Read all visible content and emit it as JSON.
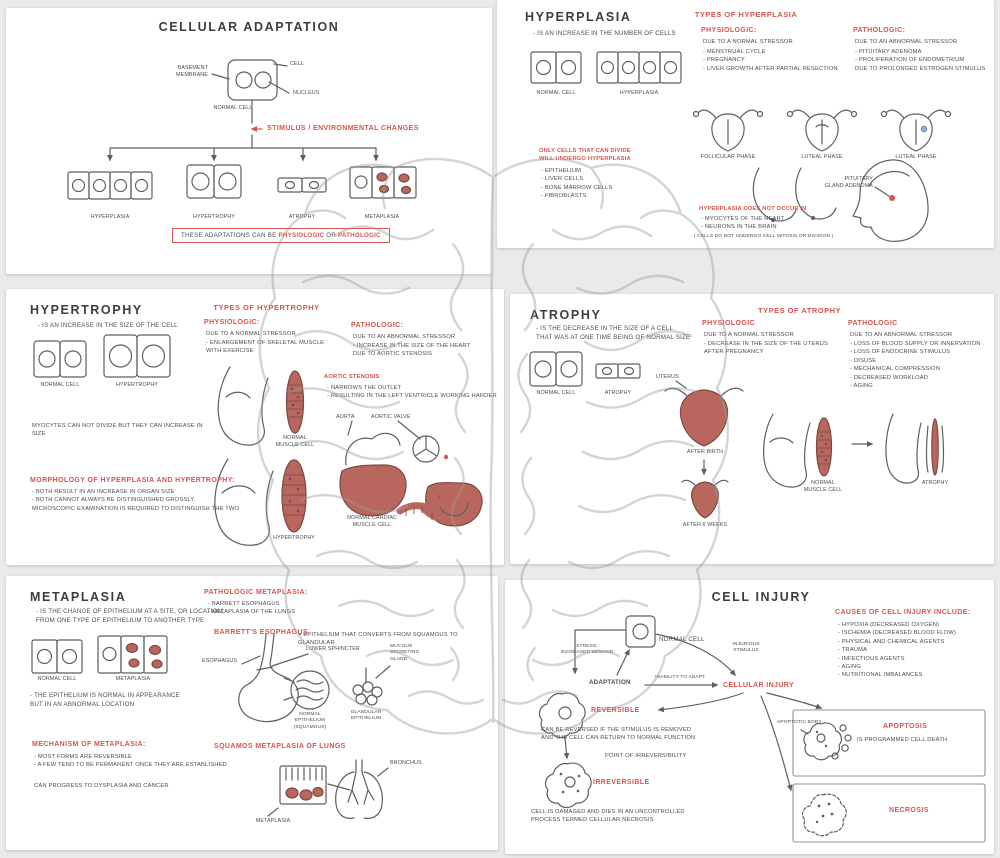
{
  "colors": {
    "background": "#eaeaea",
    "card": "#ffffff",
    "ink": "#4d4d4d",
    "accent_red": "#d9534f",
    "muscle_pink": "#b9675e",
    "watermark_gray": "#9b9b9b"
  },
  "adaptation": {
    "title": "CELLULAR ADAPTATION",
    "basement_membrane_label": "BASEMENT\nMEMBRANE",
    "cell_label": "CELL",
    "nucleus_label": "NUCLEUS",
    "normal_cell_label": "NORMAL CELL",
    "stimulus_label": "STIMULUS / ENVIRONMENTAL CHANGES",
    "branches": [
      "HYPERPLASIA",
      "HYPERTROPHY",
      "ATROPHY",
      "METAPLASIA"
    ],
    "note_prefix": "THESE ADAPTATIONS CAN BE ",
    "note_physiologic": "PHYSIOLOGIC",
    "note_or": " OR ",
    "note_pathologic": "PATHOLOGIC"
  },
  "hyperplasia": {
    "title": "HYPERPLASIA",
    "definition": "- IS AN INCREASE IN THE NUMBER OF CELLS",
    "normal_cell_label": "NORMAL CELL",
    "hyperplasia_label": "HYPERPLASIA",
    "types_heading": "TYPES OF HYPERPLASIA",
    "physiologic_heading": "PHYSIOLOGIC:",
    "physiologic_sub": "DUE TO A NORMAL STRESSOR",
    "physiologic_items": "- MENSTRUAL CYCLE\n- PREGNANCY\n- LIVER GROWTH AFTER PARTIAL RESECTION",
    "pathologic_heading": "PATHOLOGIC:",
    "pathologic_sub": "DUE TO AN ABNORMAL STRESSOR",
    "pathologic_items": "- PITUITARY ADENOMA\n- PROLIFERATION OF ENDOMETRIUM\n  DUE TO PROLONGED ESTROGEN STIMULUS",
    "divide_heading": "ONLY CELLS THAT CAN DIVIDE\nWILL UNDERGO HYPERPLASIA",
    "divide_items": "- EPITHELIUM\n- LIVER CELLS\n- BONE MARROW CELLS\n- FIBROBLASTS",
    "phase_labels": [
      "FOLLICULAR PHASE",
      "LUTEAL PHASE",
      "LUTEAL PHASE"
    ],
    "pituitary_label": "PITUITARY\nGLAND ADENOMA",
    "not_occur_heading": "HYPERPLASIA DOES NOT OCCUR IN",
    "not_occur_items": "- MYOCYTES OF THE HEART\n- NEURONS IN THE BRAIN",
    "not_occur_note": "( CELLS DO NOT UNDERGO CELL MITOSIS OR DIVISION )"
  },
  "hypertrophy": {
    "title": "HYPERTROPHY",
    "definition": "- IS AN INCREASE IN THE SIZE OF THE CELL",
    "normal_cell_label": "NORMAL CELL",
    "hypertrophy_label": "HYPERTROPHY",
    "myocytes_note": "MYOCYTES CAN NOT DIVIDE BUT THEY CAN INCREASE IN SIZE",
    "types_heading": "TYPES OF HYPERTROPHY",
    "physiologic_heading": "PHYSIOLOGIC:",
    "physiologic_sub": "DUE TO A NORMAL STRESSOR",
    "physiologic_items": "- ENLARGEMENT OF SKELETAL MUSCLE\n  WITH EXERCISE",
    "pathologic_heading": "PATHOLOGIC:",
    "pathologic_sub": "DUE TO AN ABNORMAL STRESSOR",
    "pathologic_items": "- INCREASE IN THE SIZE OF THE HEART\n  DUE TO AORTIC STENOSIS",
    "aortic_heading": "AORTIC STENOSIS",
    "aortic_items": "- NARROWS THE OUTLET\n- RESULTING IN THE LEFT VENTRICLE WORKING HARDER",
    "normal_muscle_label": "NORMAL\nMUSCLE CELL",
    "hypertrophy_muscle_label": "HYPERTROPHY",
    "aorta_label": "AORTA",
    "aortic_valve_label": "AORTIC VALVE",
    "cardiac_label": "NORMAL CARDIAC\nMUSCLE CELL",
    "morphology_heading": "MORPHOLOGY OF HYPERPLASIA AND HYPERTROPHY:",
    "morphology_items": "- BOTH RESULT IN AN INCREASE IN ORGAN SIZE\n- BOTH CANNOT ALWAYS BE DISTINGUISHED GROSSLY,\n  MICROSCOPIC EXAMINATION IS REQUIRED TO DISTINGUISH THE TWO"
  },
  "atrophy": {
    "title": "ATROPHY",
    "definition": "- IS THE DECREASE IN THE SIZE OF A CELL\n  THAT WAS AT ONE TIME BEING OF NORMAL SIZE",
    "normal_cell_label": "NORMAL CELL",
    "atrophy_label": "ATROPHY",
    "types_heading": "TYPES OF ATROPHY",
    "physiologic_heading": "PHYSIOLOGIC",
    "physiologic_sub": "DUE TO A NORMAL STRESSOR",
    "physiologic_items": "- DECREASE IN THE SIZE OF THE UTERUS\n  AFTER PREGNANCY",
    "pathologic_heading": "PATHOLOGIC",
    "pathologic_sub": "DUE TO AN ABNORMAL STRESSOR",
    "pathologic_items": "- LOSS OF BLOOD SUPPLY OR INNERVATION\n- LOSS OF ENDOCRINE STIMULUS\n- DISUSE\n- MECHANICAL COMPRESSION\n- DECREASED WORKLOAD\n- AGING",
    "uterus_label": "UTERUS",
    "after_birth_label": "AFTER BIRTH",
    "after_weeks_label": "AFTER 6 WEEKS",
    "normal_muscle_label": "NORMAL\nMUSCLE CELL",
    "atrophy_muscle_label": "ATROPHY"
  },
  "metaplasia": {
    "title": "METAPLASIA",
    "definition": "- IS THE CHANGE OF EPITHELIUM AT A SITE, OR LOCATION,\n  FROM ONE TYPE OF EPITHELIUM TO ANOTHER TYPE",
    "normal_cell_label": "NORMAL CELL",
    "metaplasia_label": "METAPLASIA",
    "epithelium_note": "- THE EPITHELIUM IS NORMAL IN APPEARANCE\n  BUT IN AN ABNORMAL LOCATION",
    "pathologic_heading": "PATHOLOGIC METAPLASIA:",
    "pathologic_items": "- BARRETT ESOPHAGUS\n- METAPLASIA OF THE LUNGS",
    "barretts_heading": "BARRETT'S ESOPHAGUS",
    "barretts_definition": "= EPITHELIUM THAT CONVERTS FROM SQUAMOUS TO GLANDULAR",
    "esophagus_label": "ESOPHAGUS",
    "sphincter_label": "LOWER SPHINCTER",
    "squamous_label": "NORMAL\nEPITHELIUM\n(SQUAMOUS)",
    "glandular_label": "GLANDULAR\nEPITHELIUM",
    "mucous_label": "MUCOUS\nSECRETING\nGLAND",
    "lungs_heading": "SQUAMOS METAPLASIA OF LUNGS",
    "bronchus_label": "BRONCHUS",
    "metaplasia_zoom_label": "METAPLASIA",
    "mechanism_heading": "MECHANISM OF METAPLASIA:",
    "mechanism_items": "- MOST FORMS ARE REVERSIBLE\n- A FEW TEND TO BE PERMANENT ONCE THEY ARE ESTABLISHED",
    "mechanism_note": "CAN PROGRESS TO DYSPLASIA AND CANCER"
  },
  "cell_injury": {
    "title": "CELL INJURY",
    "causes_heading": "CAUSES OF CELL INJURY INCLUDE:",
    "causes_items": "- HYPOXIA (DECREASED OXYGEN)\n- ISCHEMIA (DECREASED BLOOD FLOW)\n- PHYSICAL AND CHEMICAL AGENTS\n- TRAUMA\n- INFECTIOUS AGENTS\n- AGING\n- NUTRITIONAL IMBALANCES",
    "normal_cell_label": "NORMAL CELL",
    "stress_label": "STRESS,\nINCREASED DEMAND",
    "injurious_label": "INJURIOUS\nSTIMULUS",
    "adaptation_label": "ADAPTATION",
    "inability_label": "INABILITY TO ADAPT",
    "cellular_injury_label": "CELLULAR INJURY",
    "reversible_heading": "REVERSIBLE",
    "reversible_text": "CAN BE REVERSED IF THE STIMULUS IS REMOVED\nAND THE CELL CAN RETURN TO NORMAL FUNCTION",
    "point_label": "POINT OF IRREVERSIBILITY",
    "irreversible_heading": "IRREVERSIBLE",
    "irreversible_text": "CELL IS DAMAGED AND DIES IN AN UNCONTROLLED\nPROCESS TERMED CELLULAR NECROSIS",
    "apoptotic_body_label": "APOPTOTIC BODY",
    "apoptosis_heading": "APOPTOSIS",
    "apoptosis_text": "IS PROGRAMMED CELL DEATH",
    "necrosis_heading": "NECROSIS"
  }
}
